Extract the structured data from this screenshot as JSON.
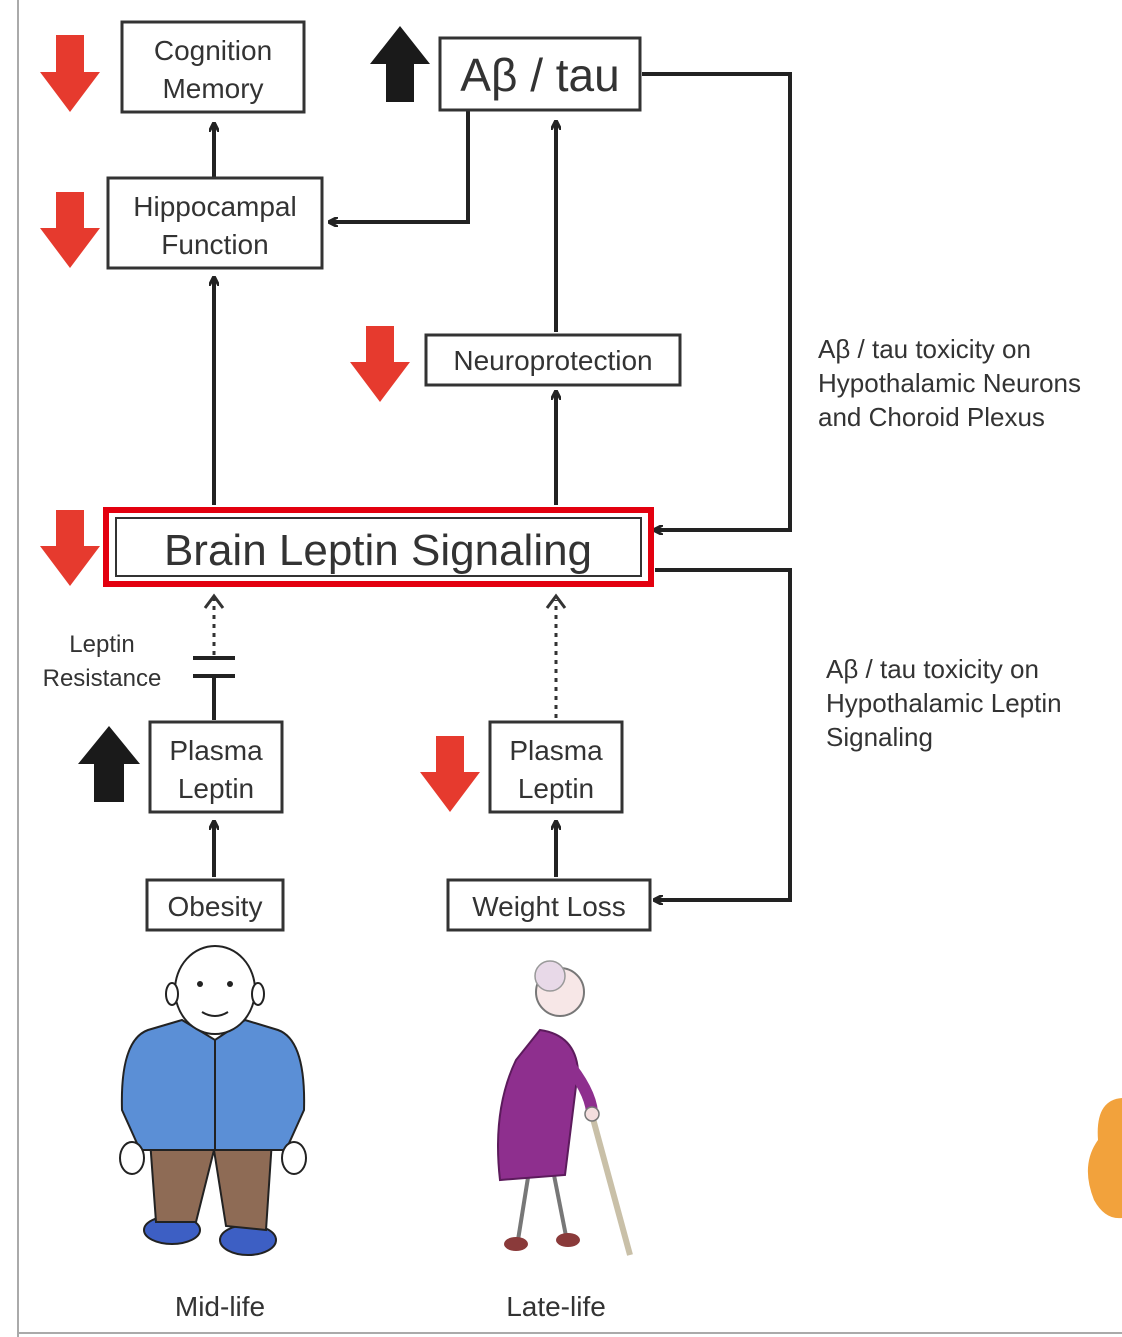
{
  "nodes": {
    "cognition": [
      "Cognition",
      "Memory"
    ],
    "abeta_tau": "Aβ / tau",
    "hippocampal": [
      "Hippocampal",
      "Function"
    ],
    "neuroprotection": "Neuroprotection",
    "brain_leptin": "Brain Leptin Signaling",
    "plasma_leptin_left": [
      "Plasma",
      "Leptin"
    ],
    "plasma_leptin_right": [
      "Plasma",
      "Leptin"
    ],
    "obesity": "Obesity",
    "weight_loss": "Weight Loss"
  },
  "labels": {
    "leptin_resistance": [
      "Leptin",
      "Resistance"
    ],
    "toxicity_neurons": [
      "Aβ / tau toxicity on",
      "Hypothalamic Neurons",
      "and Choroid Plexus"
    ],
    "toxicity_signaling": [
      "Aβ / tau toxicity on",
      "Hypothalamic Leptin",
      "Signaling"
    ],
    "mid_life": "Mid-life",
    "late_life": "Late-life"
  },
  "colors": {
    "decrease_arrow": "#e63a2e",
    "increase_arrow": "#1a1a1a",
    "highlight_border": "#e3000f",
    "shirt": "#5b8fd6",
    "pants": "#8e6b55",
    "shoes": "#3d5fc4",
    "dress": "#8e2f8e"
  }
}
